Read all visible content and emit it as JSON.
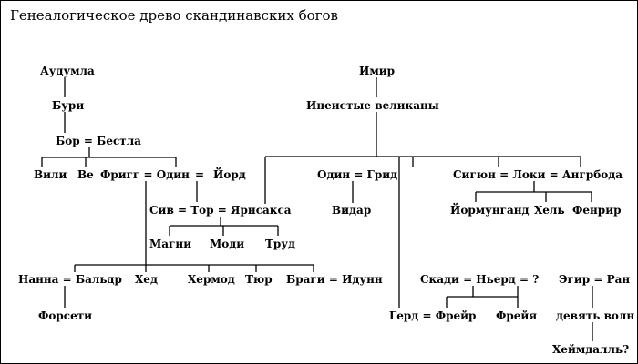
{
  "title": "Генеалогическое древо скандинавских богов",
  "nodes": {
    "audumla": "Аудумла",
    "buri": "Бури",
    "bor_bestla": "Бор = Бестла",
    "vili": "Вили",
    "ve": "Ве",
    "frigg_odin": "Фригг = Один",
    "eq_jord": "=",
    "jord": "Йорд",
    "sif_thor_jarnsaxa": "Сив = Тор = Ярнсакса",
    "magni": "Магни",
    "modi": "Моди",
    "thrud": "Труд",
    "nanna_baldr": "Нанна = Бальдр",
    "hod": "Хед",
    "hermod": "Хермод",
    "tyr": "Тюр",
    "bragi_idunn": "Браги = Идунн",
    "forseti": "Форсети",
    "ymir": "Имир",
    "giants": "Инеистые великаны",
    "odin_grid": "Один = Грид",
    "vidar": "Видар",
    "sigyn_loki_angrboda": "Сигюн = Локи = Ангрбода",
    "jormungand": "Йормунганд",
    "hel": "Хель",
    "fenrir": "Фенрир",
    "skadi_njord": "Скади = Ньерд = ?",
    "gerd_freyr": "Герд = Фрейр",
    "freyja": "Фрейя",
    "aegir_ran": "Эгир = Ран",
    "nine_waves": "девять волн",
    "heimdall": "Хеймдалль?"
  }
}
